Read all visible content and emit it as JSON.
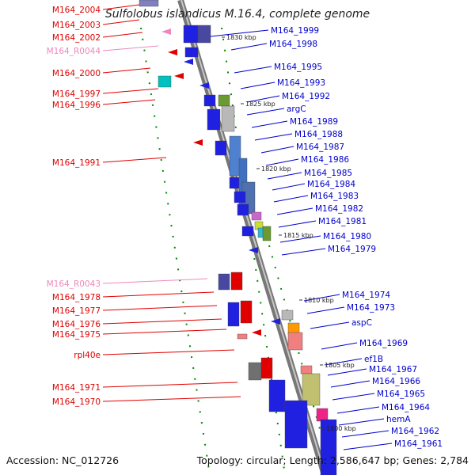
{
  "title": "Sulfolobus islandicus M.16.4, complete genome",
  "accession_text": "Accession: NC_012726",
  "topology_text": "Topology: circular; Length: 2,586,647 bp; Genes: 2,784",
  "colors": {
    "minus_label": "#e00000",
    "plus_label": "#0000cc",
    "rna_label": "#ee88bb",
    "backbone": "#909090",
    "tick": "#008800"
  },
  "kbp_markers": [
    "1830 kbp",
    "1825 kbp",
    "1820 kbp",
    "1815 kbp",
    "1810 kbp",
    "1805 kbp",
    "1800 kbp"
  ],
  "left_labels": [
    {
      "text": "M164_2004",
      "type": "protein"
    },
    {
      "text": "M164_2003",
      "type": "protein"
    },
    {
      "text": "M164_2002",
      "type": "protein"
    },
    {
      "text": "M164_R0044",
      "type": "rna"
    },
    {
      "text": "M164_2000",
      "type": "protein"
    },
    {
      "text": "M164_1997",
      "type": "protein"
    },
    {
      "text": "M164_1996",
      "type": "protein"
    },
    {
      "text": "M164_1991",
      "type": "protein"
    },
    {
      "text": "M164_R0043",
      "type": "rna"
    },
    {
      "text": "M164_1978",
      "type": "protein"
    },
    {
      "text": "M164_1977",
      "type": "protein"
    },
    {
      "text": "M164_1976",
      "type": "protein"
    },
    {
      "text": "M164_1975",
      "type": "protein"
    },
    {
      "text": "rpl40e",
      "type": "protein"
    },
    {
      "text": "M164_1971",
      "type": "protein"
    },
    {
      "text": "M164_1970",
      "type": "protein"
    }
  ],
  "right_labels": [
    {
      "text": "M164_1999"
    },
    {
      "text": "M164_1998"
    },
    {
      "text": "M164_1995"
    },
    {
      "text": "M164_1993"
    },
    {
      "text": "M164_1992"
    },
    {
      "text": "argC"
    },
    {
      "text": "M164_1989"
    },
    {
      "text": "M164_1988"
    },
    {
      "text": "M164_1987"
    },
    {
      "text": "M164_1986"
    },
    {
      "text": "M164_1985"
    },
    {
      "text": "M164_1984"
    },
    {
      "text": "M164_1983"
    },
    {
      "text": "M164_1982"
    },
    {
      "text": "M164_1981"
    },
    {
      "text": "M164_1980"
    },
    {
      "text": "M164_1979"
    },
    {
      "text": "M164_1974"
    },
    {
      "text": "M164_1973"
    },
    {
      "text": "aspC"
    },
    {
      "text": "M164_1969"
    },
    {
      "text": "ef1B"
    },
    {
      "text": "M164_1967"
    },
    {
      "text": "M164_1966"
    },
    {
      "text": "M164_1965"
    },
    {
      "text": "M164_1964"
    },
    {
      "text": "hemA"
    },
    {
      "text": "M164_1962"
    },
    {
      "text": "M164_1961"
    }
  ]
}
